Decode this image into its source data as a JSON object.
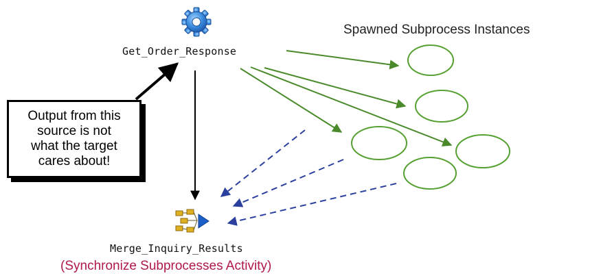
{
  "source_node": {
    "label": "Get_Order_Response",
    "icon": "gear-icon"
  },
  "target_node": {
    "label": "Merge_Inquiry_Results",
    "caption": "(Synchronize Subprocesses Activity)",
    "icon": "merge-activity-icon"
  },
  "instances_group": {
    "title": "Spawned Subprocess Instances",
    "instance_icon": "subprocess-instance-ellipse"
  },
  "callout": {
    "text": "Output from this\nsource is not\nwhat the target\ncares about!"
  },
  "colors": {
    "spawn_arrow": "#4a8a2a",
    "return_arrow": "#2b3f9e",
    "instance_stroke": "#55a030",
    "caption": "#b0184a",
    "gear": "#2f7fd8",
    "merge_icon": "#e0b020",
    "merge_arrow": "#1d5fc8"
  }
}
